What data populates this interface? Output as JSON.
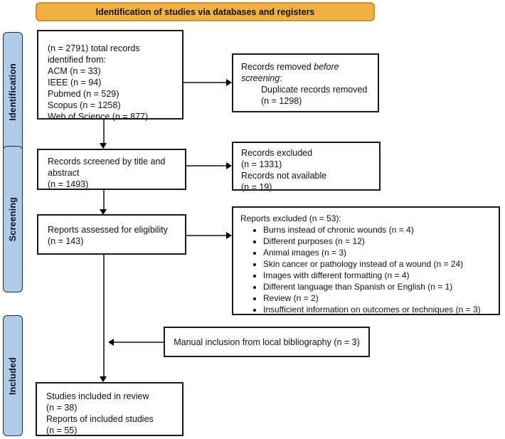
{
  "banner": {
    "label": "Identification of studies via databases and registers"
  },
  "stages": {
    "identification": "Identification",
    "screening": "Screening",
    "included": "Included"
  },
  "colors": {
    "banner_bg": "#F0B042",
    "banner_border": "#CE9130",
    "stage_bg": "#AECBEA",
    "stage_border": "#2b2b2b"
  },
  "boxes": {
    "identified": {
      "lines": [
        "(n = 2791) total records identified from:",
        "ACM (n = 33)",
        "IEEE (n = 94)",
        "Pubmed (n = 529)",
        "Scopus (n = 1258)",
        "Web of Science (n = 877)"
      ]
    },
    "removed": {
      "prefix": "Records removed ",
      "italic": "before screening",
      "suffix": ":",
      "detail": "Duplicate records removed (n = 1298)"
    },
    "screened": {
      "lines": [
        "Records screened by title and abstract",
        "(n = 1493)"
      ]
    },
    "excluded_screen": {
      "lines": [
        "Records excluded",
        "(n = 1331)",
        "Records not available",
        "(n = 19)"
      ]
    },
    "assessed": {
      "lines": [
        "Reports assessed for eligibility",
        "(n = 143)"
      ]
    },
    "reports_excluded": {
      "title": "Reports excluded (n = 53):",
      "items": [
        "Burns instead of chronic wounds (n = 4)",
        "Different purposes (n = 12)",
        "Animal images (n = 3)",
        "Skin cancer or pathology instead of a wound (n = 24)",
        "Images with different formatting (n = 4)",
        "Different language than Spanish or English (n = 1)",
        "Review (n = 2)",
        "Insufficient information on outcomes or techniques (n = 3)"
      ]
    },
    "manual": {
      "label": "Manual inclusion from local bibliography (n = 3)"
    },
    "included": {
      "lines": [
        "Studies included in review",
        "(n = 38)",
        "Reports of included studies",
        "(n = 55)"
      ]
    }
  }
}
